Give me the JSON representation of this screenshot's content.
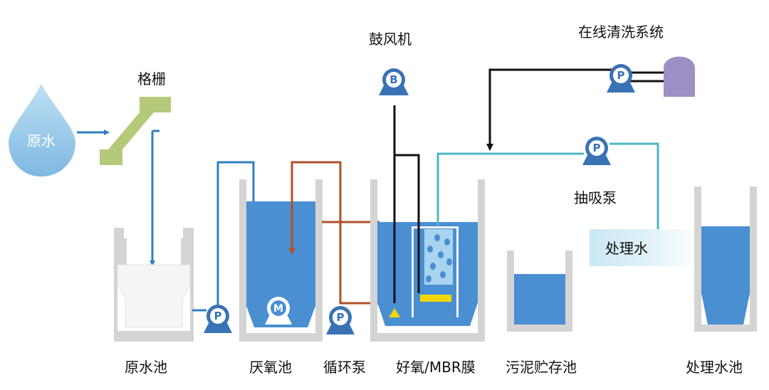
{
  "labels": {
    "raw_water": "原水",
    "grid": "格栅",
    "blower": "鼓风机",
    "online_cleaning": "在线清洗系统",
    "suction_pump": "抽吸泵",
    "treated_water": "处理水",
    "raw_tank": "原水池",
    "anoxic_tank": "厌氧池",
    "circulation_pump": "循环泵",
    "mbr_tank": "好氧/MBR膜",
    "sludge_tank": "污泥贮存池",
    "treated_tank": "处理水池"
  },
  "pump_letters": {
    "pump": "P",
    "mixer": "M",
    "blower": "B"
  },
  "colors": {
    "water": "#4a8fd2",
    "blue_pipe": "#2f7fc2",
    "brown_pipe": "#b0502a",
    "black_pipe": "#111111",
    "cyan_pipe": "#4db6c4",
    "grid": "#b5c97a",
    "tank_wall": "#d4d4d4",
    "pump": "#3a73b5",
    "cleaning_tank": "#9b8fc4",
    "membrane_frame": "#f4f4f4",
    "yellow": "#f2d60a"
  }
}
